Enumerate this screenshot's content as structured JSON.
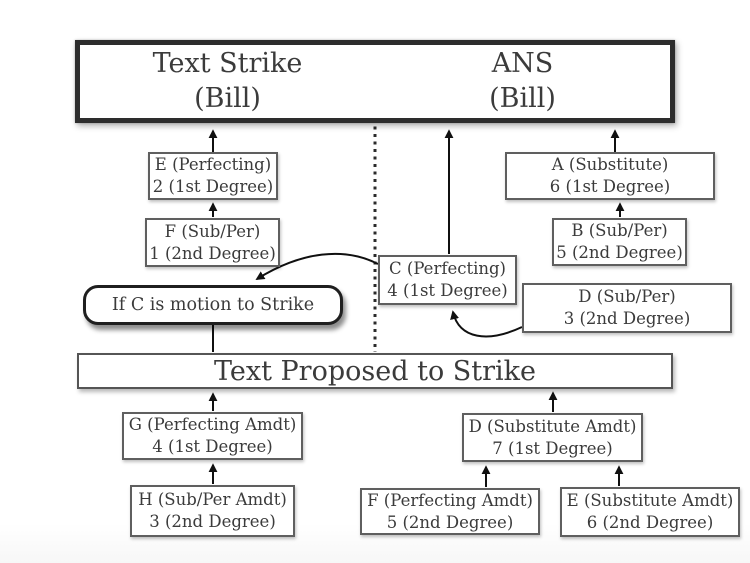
{
  "diagram": {
    "top_box": {
      "left": {
        "title": "Text Strike",
        "subtitle": "(Bill)"
      },
      "right": {
        "title": "ANS",
        "subtitle": "(Bill)"
      }
    },
    "callout": {
      "text": "If C is motion to Strike"
    },
    "mid_bar": {
      "text": "Text Proposed to Strike"
    },
    "nodes": {
      "e_perfecting": {
        "line1": "E (Perfecting)",
        "line2": "2 (1st Degree)"
      },
      "f_subper": {
        "line1": "F (Sub/Per)",
        "line2": "1 (2nd Degree)"
      },
      "a_substitute": {
        "line1": "A (Substitute)",
        "line2": "6 (1st Degree)"
      },
      "b_subper": {
        "line1": "B (Sub/Per)",
        "line2": "5 (2nd Degree)"
      },
      "c_perfecting": {
        "line1": "C (Perfecting)",
        "line2": "4 (1st Degree)"
      },
      "d_subper": {
        "line1": "D (Sub/Per)",
        "line2": "3 (2nd Degree)"
      },
      "g_perfecting_amdt": {
        "line1": "G (Perfecting Amdt)",
        "line2": "4 (1st Degree)"
      },
      "h_subper_amdt": {
        "line1": "H (Sub/Per Amdt)",
        "line2": "3 (2nd Degree)"
      },
      "d_substitute_amdt": {
        "line1": "D (Substitute Amdt)",
        "line2": "7 (1st Degree)"
      },
      "f_perfecting_amdt": {
        "line1": "F (Perfecting Amdt)",
        "line2": "5 (2nd Degree)"
      },
      "e_substitute_amdt": {
        "line1": "E (Substitute Amdt)",
        "line2": "6 (2nd Degree)"
      }
    },
    "colors": {
      "header_border": "#2d2d2d",
      "node_border": "#5f5f5f",
      "text": "#3b3b3b",
      "arrow": "#101010",
      "background": "#ffffff"
    }
  }
}
